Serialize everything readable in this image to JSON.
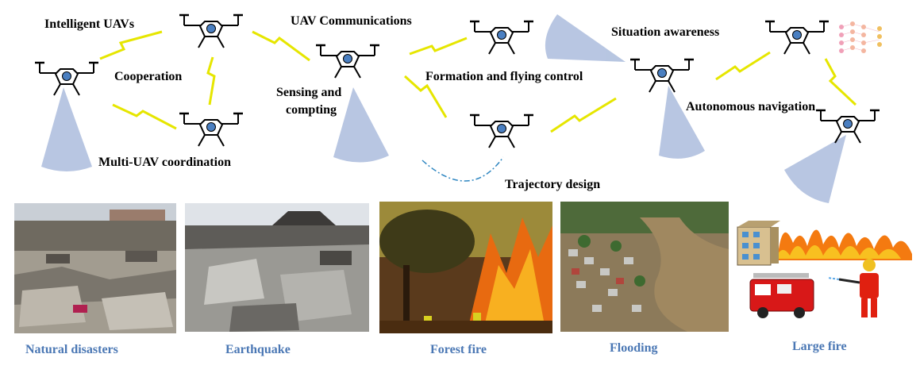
{
  "labels": {
    "intelligent_uavs": "Intelligent UAVs",
    "cooperation": "Cooperation",
    "multi_uav_coordination": "Multi-UAV coordination",
    "uav_communications": "UAV Communications",
    "sensing_line1": "Sensing and",
    "sensing_line2": "compting",
    "formation_control": "Formation and flying control",
    "trajectory_design": "Trajectory design",
    "situation_awareness": "Situation awareness",
    "autonomous_navigation": "Autonomous navigation"
  },
  "captions": {
    "natural_disasters": "Natural disasters",
    "earthquake": "Earthquake",
    "forest_fire": "Forest fire",
    "flooding": "Flooding",
    "large_fire": "Large fire"
  },
  "colors": {
    "drone_body": "#4a7fc1",
    "beam": "#b4c3e0",
    "link": "#e8e800",
    "caption": "#4a77b4"
  }
}
